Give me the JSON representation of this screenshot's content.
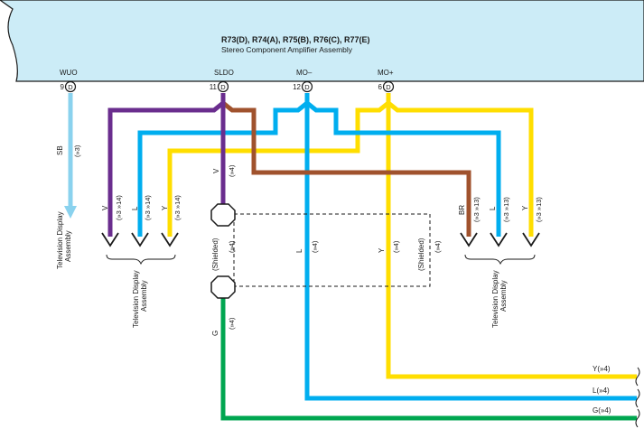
{
  "component": {
    "title": "R73(D), R74(A), R75(B), R76(C), R77(E)",
    "name": "Stereo Component Amplifier Assembly"
  },
  "pins": [
    {
      "number": "9",
      "letter": "D",
      "name": "WUO"
    },
    {
      "number": "11",
      "letter": "D",
      "name": "SLDO"
    },
    {
      "number": "12",
      "letter": "D",
      "name": "MO–"
    },
    {
      "number": "6",
      "letter": "D",
      "name": "MO+"
    }
  ],
  "wire_colors": {
    "SB": "#8ad2ee",
    "V": "#6a2d8e",
    "BR": "#a0522d",
    "L": "#00aeef",
    "Y": "#ffde00",
    "G": "#00a650",
    "body": "#ccecf7"
  },
  "wire_labels": {
    "sb_code": "SB",
    "sb_ref": "(»3)",
    "v_code": "V",
    "v_ref": "(»3 »14)",
    "l_code": "L",
    "l_ref": "(»3 »14)",
    "y_code": "Y",
    "y_ref": "(»3 »14)",
    "v2_code": "V",
    "v2_ref": "(»4)",
    "br_code": "BR",
    "br_ref": "(»3 »13)",
    "l2_code": "L",
    "l2_ref": "(»3 »13)",
    "y2_code": "Y",
    "y2_ref": "(»3 »13)",
    "shield_left": "(Shielded)",
    "shield_left_ref": "(»4)",
    "mid_l_code": "L",
    "mid_l_ref": "(»4)",
    "mid_y_code": "Y",
    "mid_y_ref": "(»4)",
    "shield_right": "(Shielded)",
    "shield_right_ref": "(»4)",
    "g_code": "G",
    "g_ref": "(»4)"
  },
  "destinations": {
    "tv_display_1": [
      "Television Display",
      "Assembly"
    ],
    "tv_display_2": [
      "Television Display",
      "Assembly"
    ],
    "tv_display_3": [
      "Television Display",
      "Assembly"
    ]
  },
  "continuations": {
    "y": "Y(»4)",
    "l": "L(»4)",
    "g": "G(»4)"
  }
}
